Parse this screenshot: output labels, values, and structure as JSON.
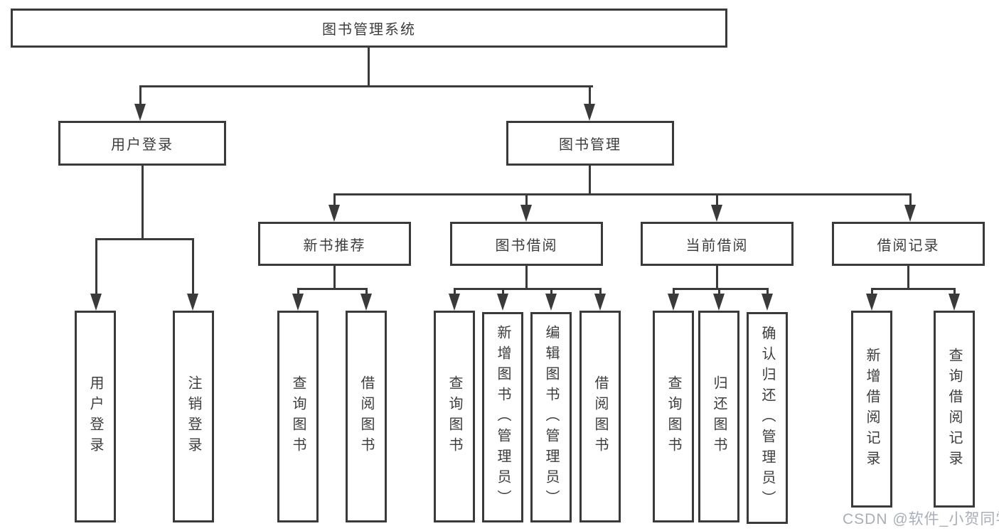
{
  "colors": {
    "line": "#3a3a3a",
    "text": "#3d3d3d",
    "background": "#ffffff",
    "watermark_text_color": "#a9aeb8"
  },
  "tree": {
    "label": "图书管理系统",
    "children": [
      {
        "label": "用户登录",
        "children": [
          {
            "label": "用户登录"
          },
          {
            "label": "注销登录"
          }
        ]
      },
      {
        "label": "图书管理",
        "children": [
          {
            "label": "新书推荐",
            "children": [
              {
                "label": "查询图书"
              },
              {
                "label": "借阅图书"
              }
            ]
          },
          {
            "label": "图书借阅",
            "children": [
              {
                "label": "查询图书"
              },
              {
                "label": "新增图书（管理员）"
              },
              {
                "label": "编辑图书（管理员）"
              },
              {
                "label": "借阅图书"
              }
            ]
          },
          {
            "label": "当前借阅",
            "children": [
              {
                "label": "查询图书"
              },
              {
                "label": "归还图书"
              },
              {
                "label": "确认归还（管理员）"
              }
            ]
          },
          {
            "label": "借阅记录",
            "children": [
              {
                "label": "新增借阅记录"
              },
              {
                "label": "查询借阅记录"
              }
            ]
          }
        ]
      }
    ]
  },
  "watermark": {
    "text": "CSDN @软件_小贺同学"
  }
}
